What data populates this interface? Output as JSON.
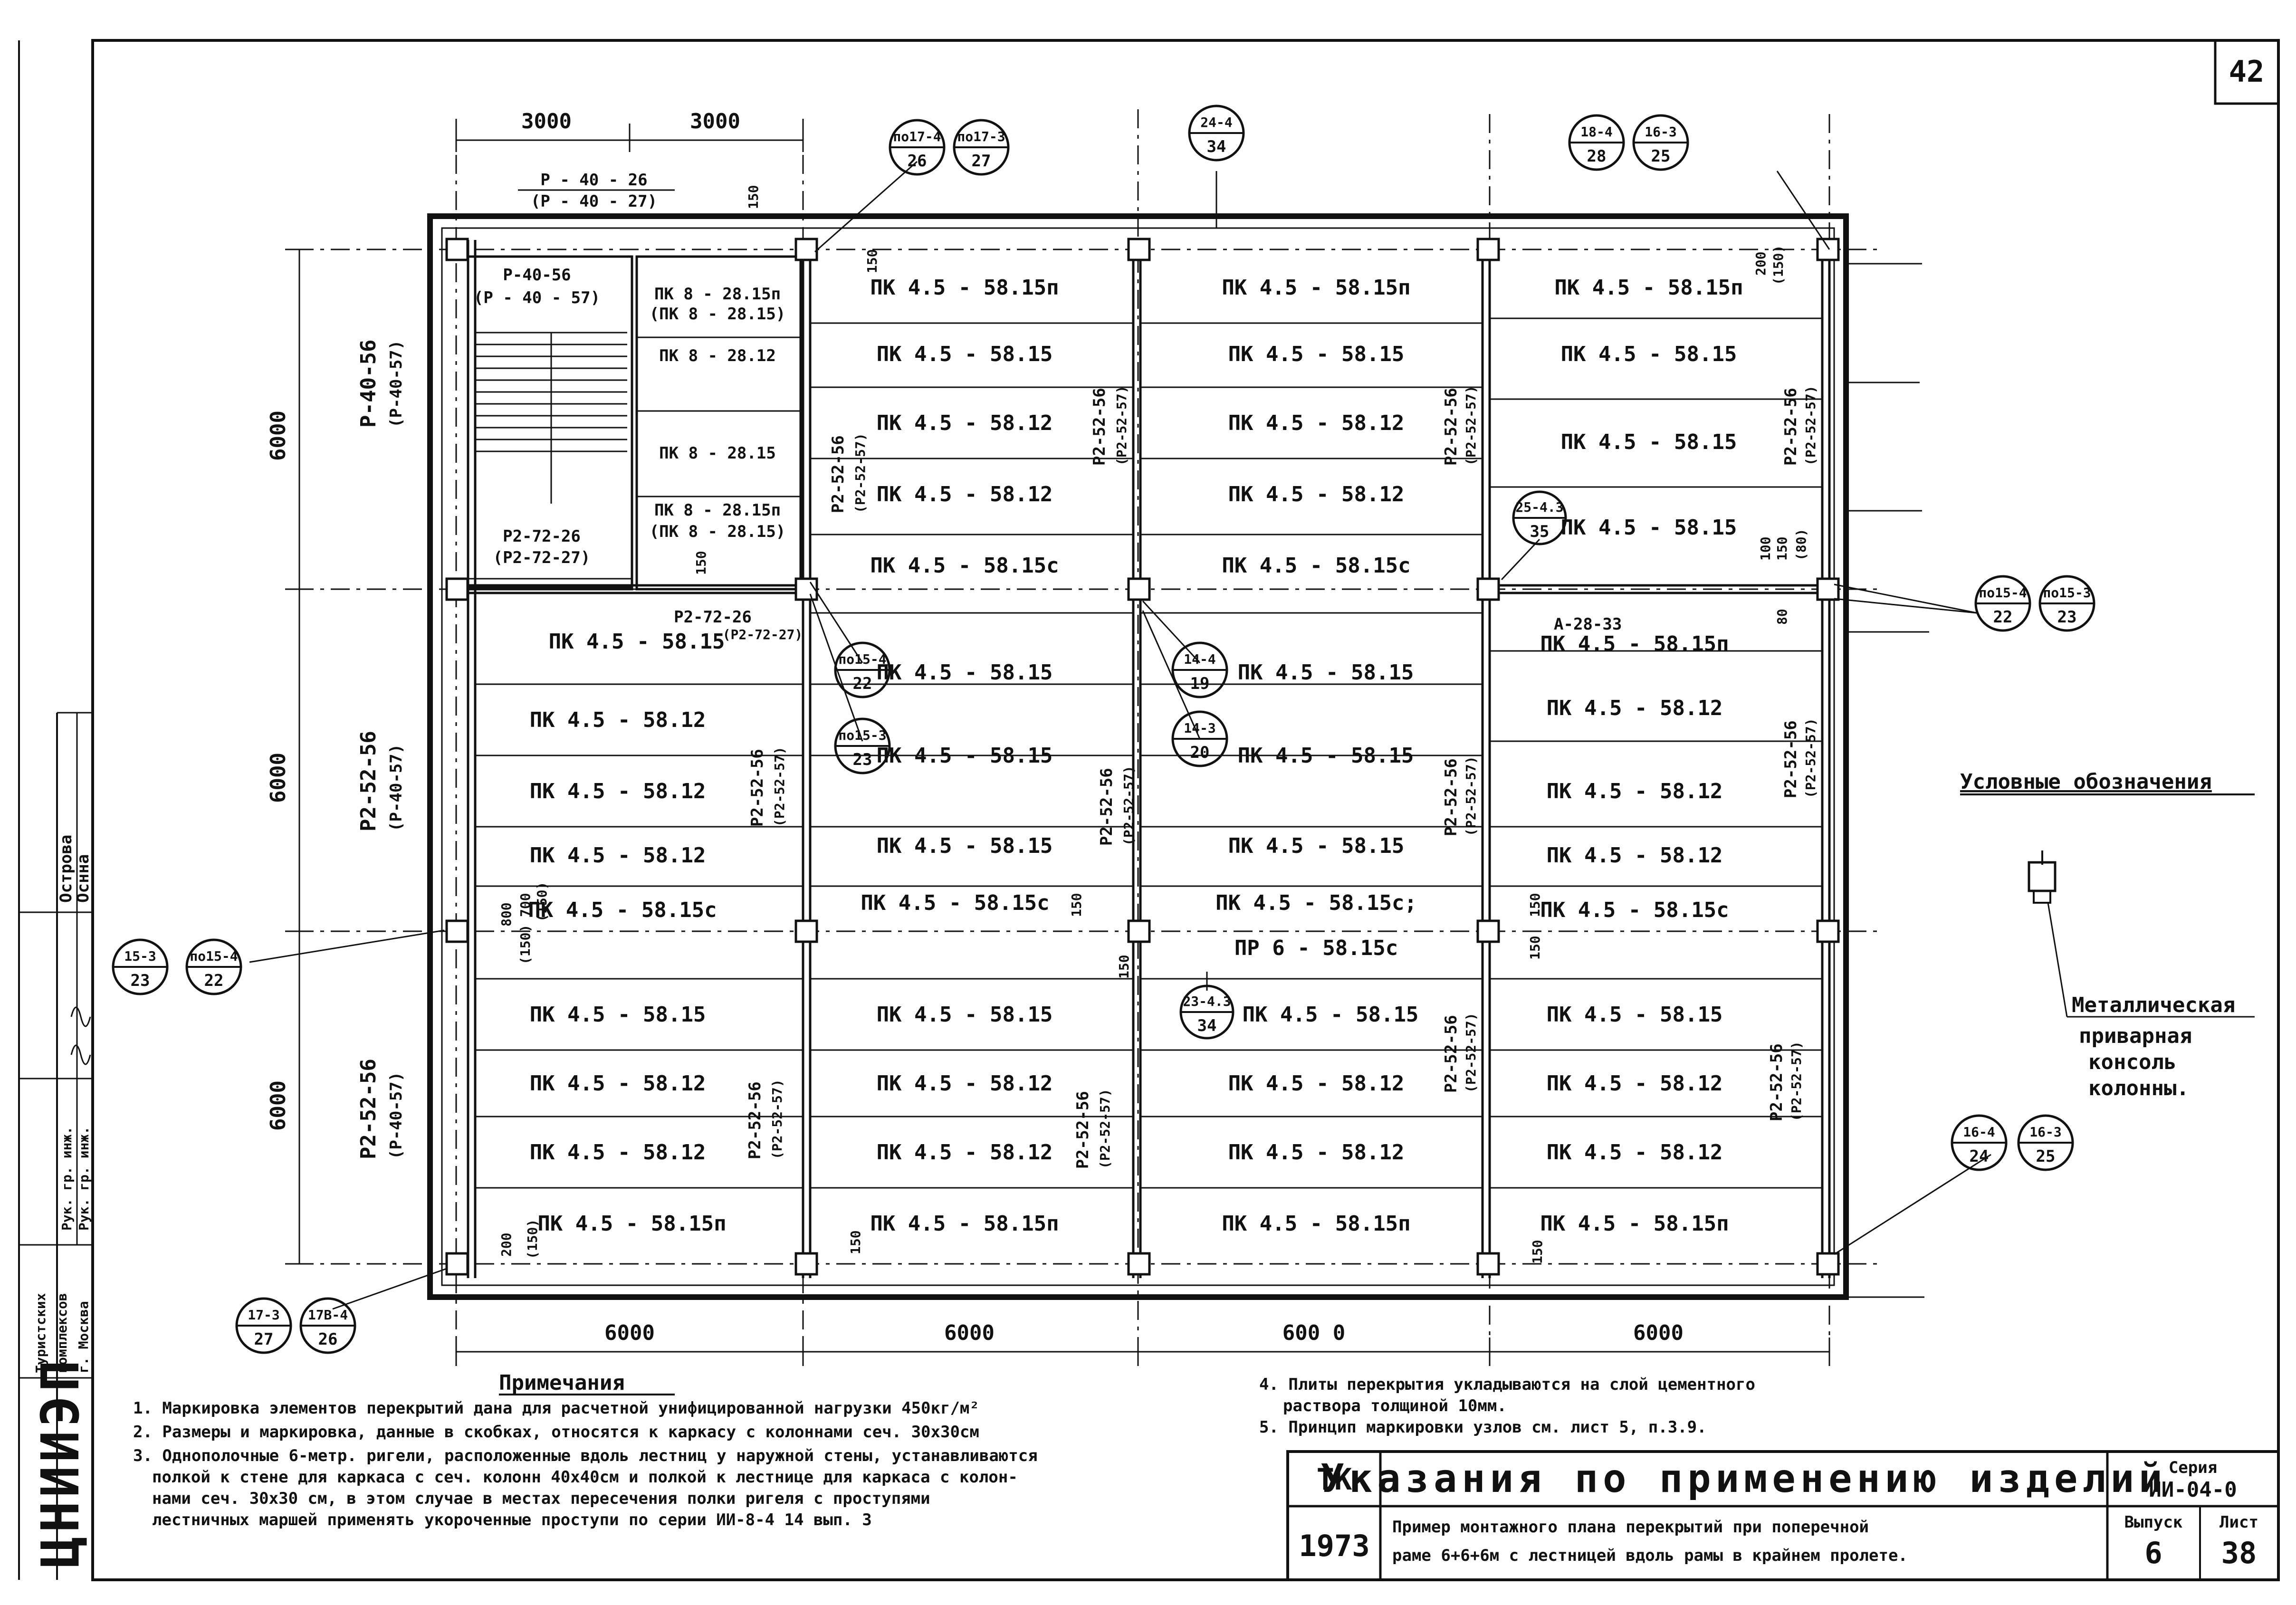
{
  "sheet_number": "42",
  "dimensions_top": [
    "3000",
    "3000"
  ],
  "dimensions_bottom": [
    "6000",
    "6000",
    "600 0",
    "6000"
  ],
  "dimensions_left": [
    "6000",
    "6000",
    "6000"
  ],
  "stair_labels": {
    "beam_top_main": "Р - 40 - 26",
    "beam_top_alt": "(Р - 40 - 27)",
    "beam_top_dim": "150",
    "stair_beam_main": "Р-40-56",
    "stair_beam_alt": "(Р - 40 - 57)",
    "landing_beam_main": "Р2-72-26",
    "landing_beam_alt": "(Р2-72-27)",
    "landing_beam2_main": "Р2-72-26",
    "landing_beam2_alt": "(Р2-72-27)",
    "small_dim": "150"
  },
  "stair_slabs": [
    "ПК 8 - 28.15п",
    "(ПК 8 - 28.15)",
    "ПК 8 - 28.12",
    "ПК 8 - 28.15",
    "ПК 8 - 28.15п",
    "(ПК 8 - 28.15)"
  ],
  "col1_slabs": [
    "ПК 4.5 - 58.15",
    "ПК 4.5 - 58.12",
    "ПК 4.5 - 58.12",
    "ПК 4.5 - 58.12",
    "ПК 4.5 - 58.15с",
    "ПК 4.5 - 58.15",
    "ПК 4.5 - 58.12",
    "ПК 4.5 - 58.12",
    "ПК 4.5 - 58.15п"
  ],
  "col1_beam_alt_top": "(Р2-72-27)",
  "col2_slabs": [
    "ПК 4.5 - 58.15п",
    "ПК 4.5 - 58.15",
    "ПК 4.5 - 58.12",
    "ПК 4.5 - 58.12",
    "ПК 4.5 - 58.15с",
    "ПК 4.5 - 58.15",
    "ПК 4.5 - 58.15",
    "ПК 4.5 - 58.15",
    "ПК 4.5 - 58.15с",
    "ПК 4.5 - 58.15",
    "ПК 4.5 - 58.12",
    "ПК 4.5 - 58.12",
    "ПК 4.5 - 58.15п"
  ],
  "col3_slabs": [
    "ПК 4.5 - 58.15п",
    "ПК 4.5 - 58.15",
    "ПК 4.5 - 58.12",
    "ПК 4.5 - 58.12",
    "ПК 4.5 - 58.15с",
    "ПК 4.5 - 58.15",
    "ПК 4.5 - 58.15",
    "ПК 4.5 - 58.15",
    "ПК 4.5 - 58.15с;",
    "ПР 6 - 58.15с",
    "ПК 4.5 - 58.15",
    "ПК 4.5 - 58.12",
    "ПК 4.5 - 58.12",
    "ПК 4.5 - 58.15п"
  ],
  "col4_slabs": [
    "ПК 4.5 - 58.15п",
    "ПК 4.5 - 58.15",
    "ПК 4.5 - 58.15",
    "ПК 4.5 - 58.15",
    "ПК 4.5 - 58.15п",
    "ПК 4.5 - 58.12",
    "ПК 4.5 - 58.12",
    "ПК 4.5 - 58.12",
    "ПК 4.5 - 58.15с",
    "ПК 4.5 - 58.15",
    "ПК 4.5 - 58.12",
    "ПК 4.5 - 58.12",
    "ПК 4.5 - 58.15п"
  ],
  "beam_marks": {
    "left_top_main": "Р-40-56",
    "left_top_alt": "(Р-40-57)",
    "left_mid_main": "Р2-52-56",
    "left_mid_alt": "(Р-40-57)",
    "left_bot_main": "Р2-52-56",
    "left_bot_alt": "(Р-40-57)",
    "axis_b_top_main": "Р2-52-56",
    "axis_b_top_alt": "(Р2-52-57)",
    "axis_b_mid_main": "Р2-52-56",
    "axis_b_mid_alt": "(Р2-52-57)",
    "axis_b_bot_main": "Р2-52-56",
    "axis_b_bot_alt": "(Р2-52-57)",
    "axis_c_top_main": "Р2-52-56",
    "axis_c_top_alt": "(Р2-52-57)",
    "axis_c_mid_main": "Р2-52-56",
    "axis_c_mid_alt": "(Р2-52-57)",
    "axis_c_bot_main": "Р2-52-56",
    "axis_c_bot_alt": "(Р2-52-57)",
    "axis_d_top_main": "Р2-52-56",
    "axis_d_top_alt": "(Р2-52-57)",
    "axis_d_mid_main": "Р2-52-56",
    "axis_d_mid_alt": "(Р2-52-57)",
    "axis_d_bot_main": "Р2-52-56",
    "axis_d_bot_alt": "(Р2-52-57)",
    "axis_e_top_main": "Р2-52-56",
    "axis_e_top_alt": "(Р2-52-57)",
    "axis_e_mid_main": "Р2-52-56",
    "axis_e_mid_alt": "(Р2-52-57)",
    "axis_e_bot_main": "Р2-52-56",
    "axis_e_bot_alt": "(Р2-52-57)",
    "anchor": "А-28-33"
  },
  "small_dims": {
    "d150a": "150",
    "d200": "200",
    "d150b": "(150)",
    "d100": "100",
    "d150c": "150",
    "d80a": "(80)",
    "d80b": "80",
    "d800": "800",
    "d700": "700",
    "d150d": "(150)",
    "d150e": "(150)",
    "d150f": "150",
    "d150g": "150",
    "d150h": "150",
    "d150i": "150",
    "d200b": "200",
    "d150j": "(150)",
    "d150k": "150",
    "d150l": "150"
  },
  "callouts": [
    {
      "top": "по17-4",
      "bottom": "26"
    },
    {
      "top": "по17-3",
      "bottom": "27"
    },
    {
      "top": "24-4",
      "bottom": "34"
    },
    {
      "top": "18-4",
      "bottom": "28"
    },
    {
      "top": "16-3",
      "bottom": "25"
    },
    {
      "top": "25-4.3",
      "bottom": "35"
    },
    {
      "top": "по15-4",
      "bottom": "22"
    },
    {
      "top": "по15-3",
      "bottom": "23"
    },
    {
      "top": "по15-4",
      "bottom": "22"
    },
    {
      "top": "по15-3",
      "bottom": "23"
    },
    {
      "top": "14-4",
      "bottom": "19"
    },
    {
      "top": "14-3",
      "bottom": "20"
    },
    {
      "top": "15-3",
      "bottom": "23"
    },
    {
      "top": "по15-4",
      "bottom": "22"
    },
    {
      "top": "23-4.3",
      "bottom": "34"
    },
    {
      "top": "16-4",
      "bottom": "24"
    },
    {
      "top": "16-3",
      "bottom": "25"
    },
    {
      "top": "17-3",
      "bottom": "27"
    },
    {
      "top": "17В-4",
      "bottom": "26"
    }
  ],
  "legend": {
    "title": "Условные обозначения",
    "label_1": "Металлическая",
    "label_2": "приварная",
    "label_3": "консоль",
    "label_4": "колонны."
  },
  "notes": {
    "title": "Примечания",
    "n1": "1. Маркировка элементов перекрытий дана для расчетной унифицированной нагрузки 450кг/м²",
    "n2": "2. Размеры и маркировка, данные в скобках, относятся к каркасу с колоннами сеч. 30х30см",
    "n3a": "3. Однополочные 6-метр. ригели, расположенные вдоль лестниц у наружной стены, устанавливаются",
    "n3b": "полкой к стене для каркаса с сеч. колонн 40х40см и полкой к лестнице для каркаса с колон-",
    "n3c": "нами сеч. 30х30 см, в этом случае в местах пересечения полки ригеля с проступями",
    "n3d": "лестничных маршей применять укороченные проступи по серии ИИ-8-4 14 вып. 3",
    "n4a": "4. Плиты перекрытия укладываются на слой цементного",
    "n4b": "раствора толщиной 10мм.",
    "n5": "5. Принцип маркировки узлов см. лист 5, п.3.9."
  },
  "title_block": {
    "tk": "ТК",
    "year": "1973",
    "title": "Указания по применению изделий",
    "subtitle_1": "Пример монтажного плана перекрытий при поперечной",
    "subtitle_2": "раме 6+6+6м с лестницей вдоль рамы в крайнем пролете.",
    "series_label": "Серия",
    "series_value": "ИИ-04-0",
    "issue_label": "Выпуск",
    "issue_value": "6",
    "sheet_label": "Лист",
    "sheet_value": "38"
  },
  "side_stamp": {
    "ostrova": "Острова",
    "ocina": "Оснна",
    "ruk1": "Рук. гр. инж.",
    "ruk2": "Рук. гр. инж.",
    "org_1": "Туристских",
    "org_2": "комплексов",
    "org_3": "г. Москва",
    "logo": "ЦНИИЭП"
  }
}
